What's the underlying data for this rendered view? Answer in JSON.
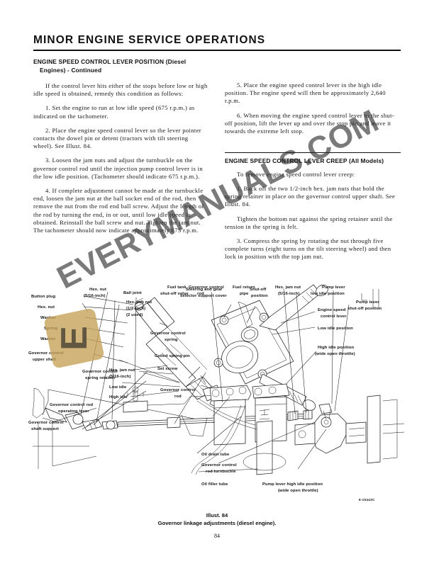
{
  "header": {
    "chapter_title": "MINOR ENGINE SERVICE OPERATIONS"
  },
  "left_column": {
    "section_heading_main": "ENGINE SPEED CONTROL LEVER POSITION (Diesel",
    "section_heading_sub": "Engines) - Continued",
    "paragraphs": [
      "If the control lever hits either of the stops before low or high idle speed is obtained, remedy this condition as follows:",
      "1. Set the engine to run at low idle speed (675 r.p.m.) as indicated on the tachometer.",
      "2. Place the engine speed control lever so the lever pointer contacts the dowel pin or detent (tractors with tilt steering wheel).  See Illust. 84.",
      "3. Loosen the jam nuts and adjust the turnbuckle on the governor control rod until the injection pump control lever is in the low idle position. (Tachometer should indicate 675 r.p.m.).",
      "4. If complete adjustment cannot be made at the turnbuckle end, loosen the jam nut at the ball socket end of the rod, then remove the nut from the rod end ball screw. Adjust the length of the rod by turning the end, in or out, until low idle speed is obtained. Reinstall the ball screw and nut. Tighten the jam nut. The tachometer should now indicate approximately 675 r.p.m."
    ]
  },
  "right_column": {
    "paragraphs_top": [
      "5. Place the engine speed control lever in the high idle position.  The engine speed will then be approximately 2,640 r.p.m.",
      "6. When moving the engine speed control lever to the shut-off position, lift the lever up and over the stop pin and move it towards the extreme left stop."
    ],
    "section_heading": "ENGINE SPEED CONTROL LEVER CREEP (All Models)",
    "paragraphs_bottom": [
      "To remove engine speed control lever creep:",
      "1. Back off the two 1/2-inch hex. jam nuts that hold the spring retainer in place on the governor control upper shaft.  See Illust. 84.",
      "Tighten the bottom nut against the spring retainer until the tension in the spring is felt.",
      "3. Compress the spring by rotating the nut through five complete turns (eight turns on the tilt steering wheel) and then lock in position with the top jam nut."
    ]
  },
  "illustration": {
    "upper_left_labels": [
      "Button plug",
      "Hex. nut",
      "Washer",
      "Spring",
      "Washer",
      "Governor control",
      "upper shaft",
      "Governor control",
      "spring retainer",
      "Hex. jam nut",
      "(1/2-inch)",
      "(2 used)",
      "Governor control",
      "spring",
      "Coiled spring pin",
      "Set screw"
    ],
    "upper_right_labels": [
      "Steering and gear",
      "selector support cover",
      "Shut-off",
      "position",
      "Engine speed",
      "control lever",
      "Low idle position",
      "High idle position",
      "(wide open throttle)"
    ],
    "lower_labels": [
      "Hex. nut",
      "(5/16-inch)",
      "Ball joint",
      "Fuel tank",
      "shut-off valve",
      "Hex. jam nut",
      "(5/16-inch)",
      "Low idle",
      "High idle",
      "Governor control rod",
      "operating lever",
      "Governor control",
      "shaft support",
      "Governor control",
      "rod",
      "Fuel return",
      "pipe",
      "Pump lever",
      "low idle position",
      "Pump lever",
      "shut-off position",
      "Oil drain tube",
      "Governor control",
      "rod turnbuckle",
      "Oil filler tube",
      "Pump lever high idle position",
      "(wide open throttle)"
    ],
    "figure_code": "8-15443C"
  },
  "caption": {
    "illust_number": "Illust. 84",
    "title": "Governor linkage adjustments (diesel engine)."
  },
  "folio": {
    "page_number": "84"
  },
  "watermark": {
    "text": "EVERYMANUALS.COM",
    "logo_letter": "E",
    "color": "#c4a054"
  }
}
